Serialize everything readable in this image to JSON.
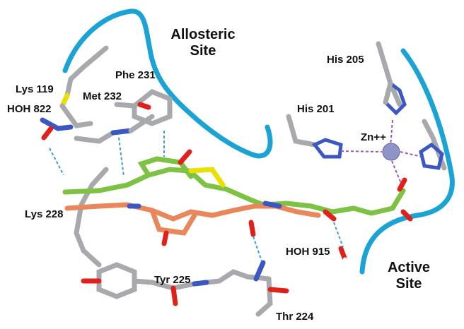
{
  "sites": {
    "allosteric": {
      "line1": "Allosteric",
      "line2": "Site"
    },
    "active": {
      "line1": "Active",
      "line2": "Site"
    }
  },
  "residues": {
    "lys119": "Lys 119",
    "hoh822": "HOH 822",
    "met232": "Met 232",
    "phe231": "Phe 231",
    "his205": "His 205",
    "his201": "His 201",
    "zn": "Zn++",
    "lys228": "Lys 228",
    "hoh915": "HOH 915",
    "tyr225": "Tyr 225",
    "thr224": "Thr 224"
  },
  "colors": {
    "site_outline": "#1aa3d4",
    "carbon": "#a7a9ac",
    "ligand_green": "#7dc242",
    "ligand_orange": "#e9865a",
    "nitrogen": "#3b57c4",
    "oxygen": "#e0211b",
    "sulfur": "#e8e000",
    "zinc": "#8f94c8",
    "hbond": "#3a9be0",
    "coord_bond": "#9b59b6"
  }
}
